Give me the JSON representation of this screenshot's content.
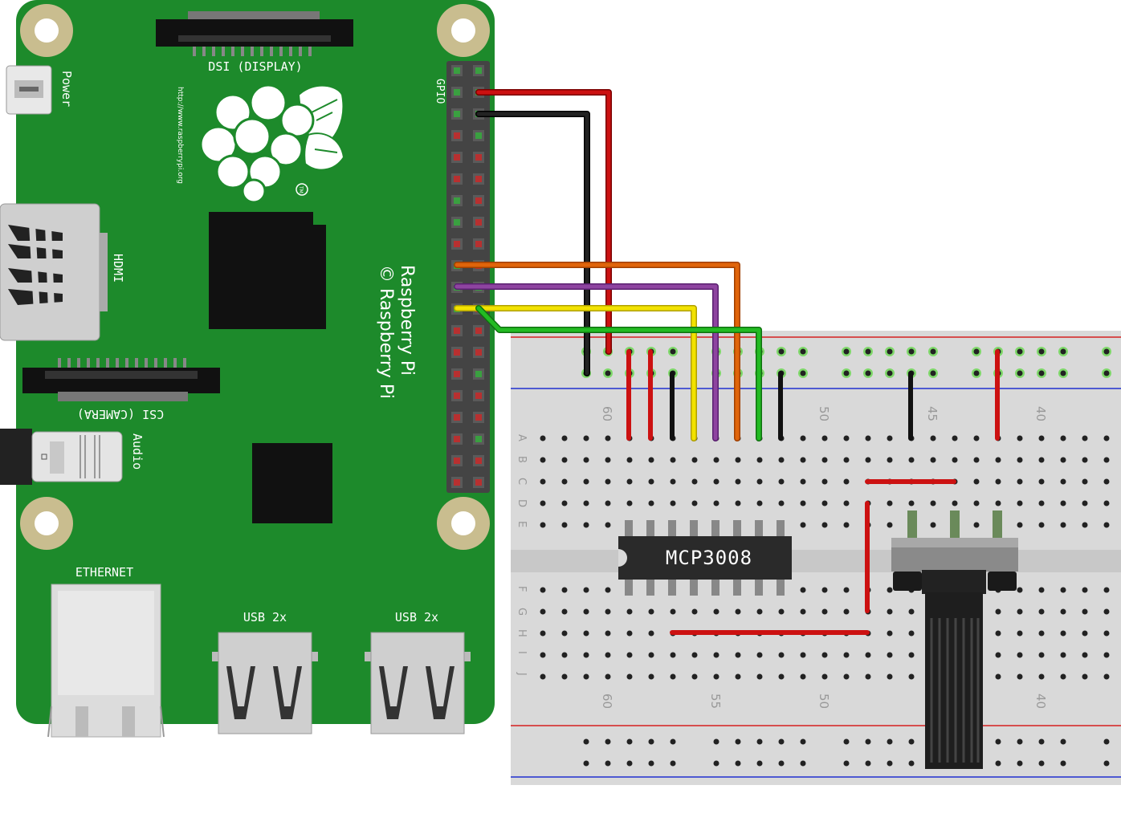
{
  "board": {
    "name_line1": "Raspberry Pi",
    "name_line2": "© Raspberry Pi",
    "url": "http://www.raspberrypi.org",
    "tm": "TM",
    "labels": {
      "dsi": "DSI (DISPLAY)",
      "csi": "CSI (CAMERA)",
      "power": "Power",
      "hdmi": "HDMI",
      "audio": "Audio",
      "gpio": "GPIO",
      "ethernet": "ETHERNET",
      "usb_a": "USB 2x",
      "usb_b": "USB 2x"
    }
  },
  "breadboard": {
    "row_letters_top": [
      "A",
      "B",
      "C",
      "D",
      "E"
    ],
    "row_letters_bottom": [
      "F",
      "G",
      "H",
      "I",
      "J"
    ],
    "column_numbers": [
      "60",
      "55",
      "50",
      "45",
      "40"
    ]
  },
  "chip": {
    "label": "MCP3008"
  },
  "colors": {
    "pcb": "#1d8a2b",
    "breadboard": "#d9d9d9",
    "wire_red": "#cc1111",
    "wire_black": "#111111",
    "wire_orange": "#e0640a",
    "wire_purple": "#8e44a0",
    "wire_yellow": "#f2e200",
    "wire_green": "#22bb22",
    "rail_red": "#d62020",
    "rail_blue": "#2030d0"
  }
}
